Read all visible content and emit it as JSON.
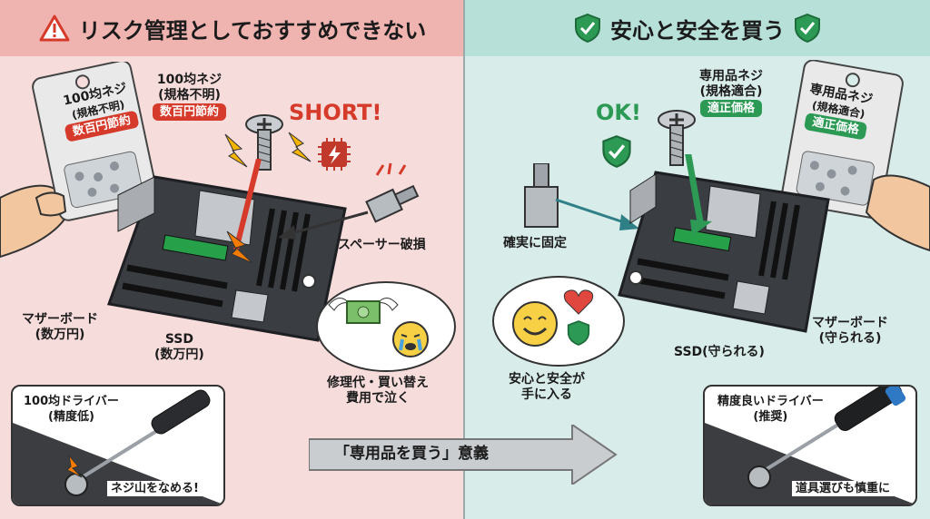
{
  "left": {
    "title": "リスク管理としておすすめできない",
    "package": {
      "line1": "100均ネジ",
      "line2": "(規格不明)",
      "tag": "数百円節約"
    },
    "screw_label": {
      "line1": "100均ネジ",
      "line2": "(規格不明)",
      "tag": "数百円節約"
    },
    "short_text": "SHORT!",
    "spacer_label": "スペーサー破損",
    "motherboard_label": {
      "line1": "マザーボード",
      "line2": "(数万円)"
    },
    "ssd_label": {
      "line1": "SSD",
      "line2": "(数万円)"
    },
    "repair_label": {
      "line1": "修理代・買い替え",
      "line2": "費用で泣く"
    },
    "inset": {
      "title1": "100均ドライバー",
      "title2": "(精度低)",
      "caption": "ネジ山をなめる!"
    }
  },
  "right": {
    "title": "安心と安全を買う",
    "package": {
      "line1": "専用品ネジ",
      "line2": "(規格適合)",
      "tag": "適正価格"
    },
    "screw_label": {
      "line1": "専用品ネジ",
      "line2": "(規格適合)",
      "tag": "適正価格"
    },
    "ok_text": "OK!",
    "fixed_label": "確実に固定",
    "motherboard_label": {
      "line1": "マザーボード",
      "line2": "(守られる)"
    },
    "ssd_label": "SSD(守られる)",
    "peace_label": {
      "line1": "安心と安全が",
      "line2": "手に入る"
    },
    "inset": {
      "title1": "精度良いドライバー",
      "title2": "(推奨)",
      "caption": "道具選びも慎重に"
    }
  },
  "center_arrow": "「専用品を買う」意義",
  "colors": {
    "left_bg": "#f7dcdc",
    "right_bg": "#d8ece9",
    "danger": "#d63a2a",
    "safe": "#2c9a55"
  },
  "icons": [
    "warning-icon",
    "shield-check-icon",
    "screw-icon",
    "chip-icon",
    "money-wings-icon",
    "crying-face-icon",
    "smile-face-icon",
    "heart-icon",
    "screwdriver-icon"
  ]
}
